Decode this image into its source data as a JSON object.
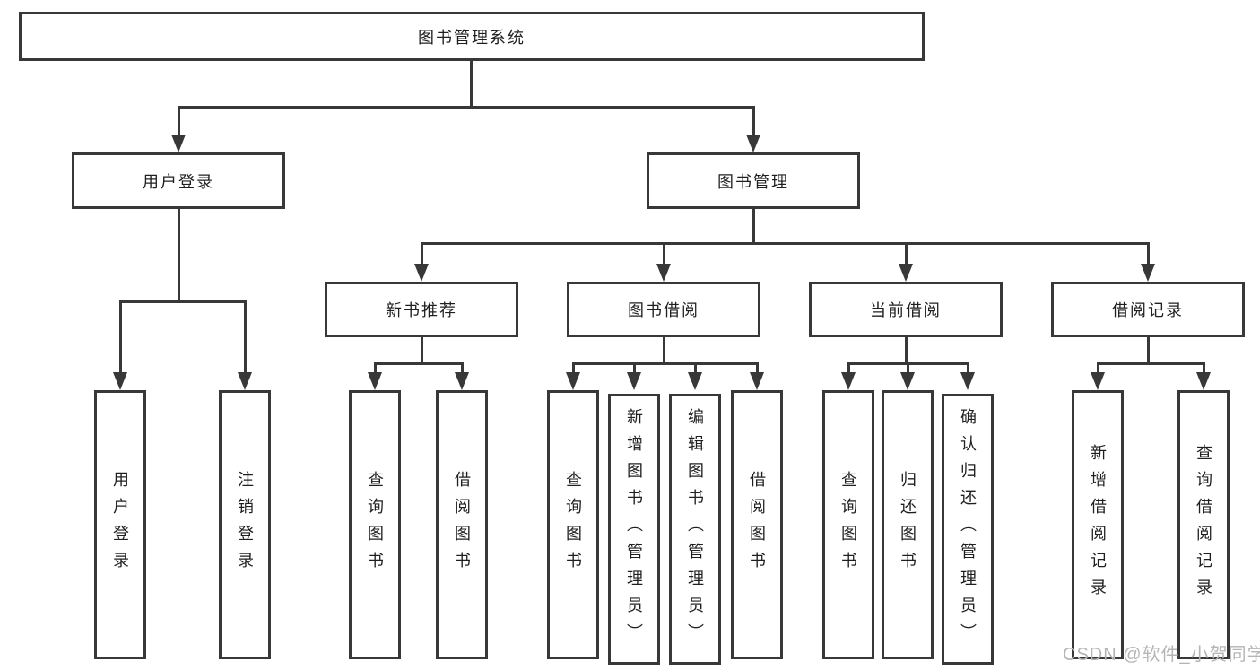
{
  "colors": {
    "line": "#383838",
    "node_border": "#383838",
    "node_text": "#1f1f1f",
    "background": "#ffffff",
    "watermark_text_color": "#b5b5b5"
  },
  "tree": {
    "root": {
      "label": "图书管理系统"
    },
    "branches": [
      {
        "label": "用户登录",
        "children": [
          {
            "label": "用户登录"
          },
          {
            "label": "注销登录"
          }
        ]
      },
      {
        "label": "图书管理",
        "children": [
          {
            "label": "新书推荐",
            "children": [
              {
                "label": "查询图书"
              },
              {
                "label": "借阅图书"
              }
            ]
          },
          {
            "label": "图书借阅",
            "children": [
              {
                "label": "查询图书"
              },
              {
                "label": "新增图书（管理员）"
              },
              {
                "label": "编辑图书（管理员）"
              },
              {
                "label": "借阅图书"
              }
            ]
          },
          {
            "label": "当前借阅",
            "children": [
              {
                "label": "查询图书"
              },
              {
                "label": "归还图书"
              },
              {
                "label": "确认归还（管理员）"
              }
            ]
          },
          {
            "label": "借阅记录",
            "children": [
              {
                "label": "新增借阅记录"
              },
              {
                "label": "查询借阅记录"
              }
            ]
          }
        ]
      }
    ]
  },
  "watermark": {
    "text": "CSDN @软件_小贺同学"
  }
}
